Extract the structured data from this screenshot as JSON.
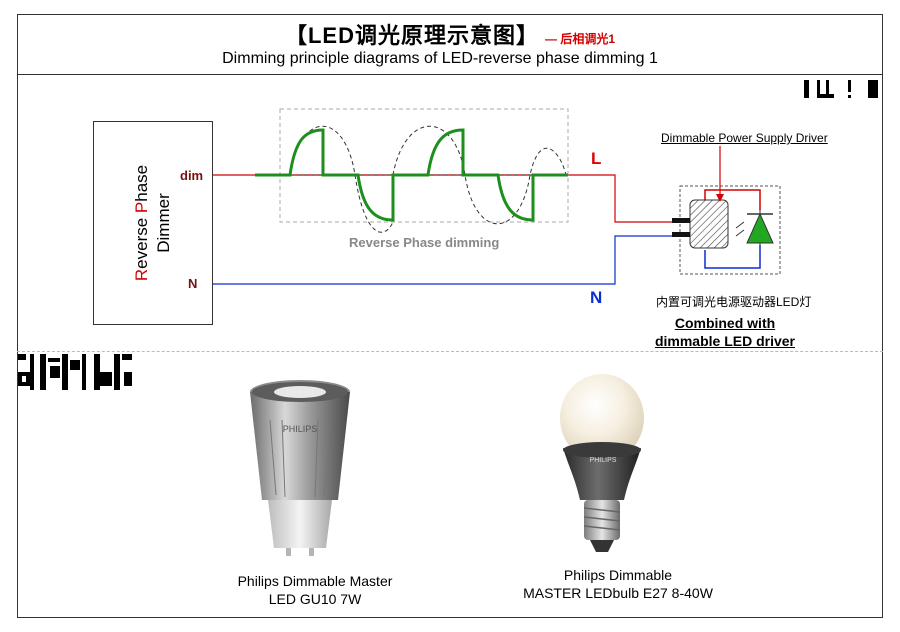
{
  "header": {
    "title_cn": "【LED调光原理示意图】",
    "title_cn_sub": "— 后相调光1",
    "title_en": "Dimming principle diagrams of LED-reverse phase dimming 1"
  },
  "dimmer": {
    "label_prefix_R": "R",
    "label_rest_1": "everse ",
    "label_prefix_P": "P",
    "label_rest_2": "hase",
    "label_line2": "Dimmer"
  },
  "labels": {
    "dim": "dim",
    "n_left": "N",
    "L": "L",
    "N": "N",
    "wave_caption": "Reverse Phase dimming",
    "driver_title": "Dimmable Power Supply Driver",
    "led_cn": "内置可调光电源驱动器LED灯",
    "led_en": "Combined with dimmable LED driver"
  },
  "products": [
    {
      "caption_line1": "Philips Dimmable Master",
      "caption_line2": "LED GU10 7W",
      "brand": "PHILIPS"
    },
    {
      "caption_line1": "Philips Dimmable",
      "caption_line2": "MASTER LEDbulb E27 8-40W",
      "brand": "PHILIPS"
    }
  ],
  "colors": {
    "live_wire": "#d40000",
    "neutral_wire": "#0a2fd0",
    "wave_green": "#1e8f1e",
    "led_green": "#22a722"
  }
}
